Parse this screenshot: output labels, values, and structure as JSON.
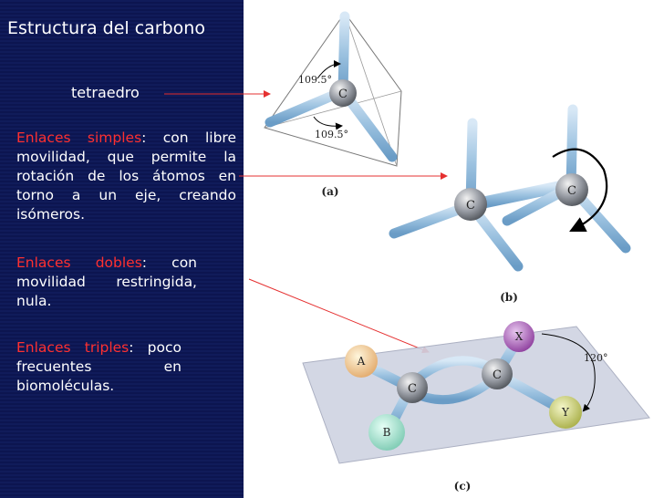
{
  "title": "Estructura del carbono",
  "tetra_label": "tetraedro",
  "simple": {
    "term": "Enlaces simples",
    "text": ": con libre movilidad, que permite la rotación de los átomos en torno a un eje, creando isómeros."
  },
  "doble": {
    "term": "Enlaces dobles",
    "text": ": con movilidad restringida, nula."
  },
  "triple": {
    "term": "Enlaces triples",
    "text": ": poco frecuentes en biomoléculas."
  },
  "figure": {
    "angle_top": "109.5°",
    "angle_bottom": "109.5°",
    "angle_plane": "120°",
    "atom_c": "C",
    "atom_a": "A",
    "atom_b": "B",
    "atom_x": "X",
    "atom_y": "Y",
    "label_a": "(a)",
    "label_b": "(b)",
    "label_c": "(c)"
  },
  "colors": {
    "background_left": "#101b5a",
    "highlight": "#ff3030",
    "text": "#ffffff",
    "arrow": "#e53030"
  }
}
